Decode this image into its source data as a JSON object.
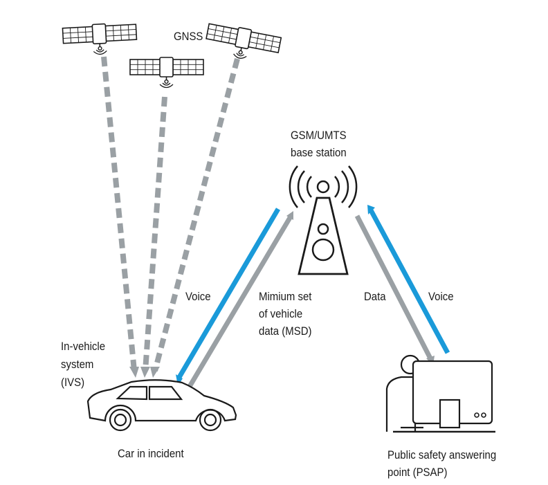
{
  "labels": {
    "gnss": "GNSS",
    "base_station_line1": "GSM/UMTS",
    "base_station_line2": "base station",
    "voice_left": "Voice",
    "msd_line1": "Mimium set",
    "msd_line2": "of vehicle",
    "msd_line3": "data (MSD)",
    "data": "Data",
    "voice_right": "Voice",
    "ivs_line1": "In-vehicle",
    "ivs_line2": "system",
    "ivs_line3": "(IVS)",
    "car": "Car in incident",
    "psap_line1": "Public safety answering",
    "psap_line2": "point (PSAP)"
  },
  "colors": {
    "voice_link": "#1a9ad9",
    "data_link": "#9aa0a4",
    "gnss_signal": "#9aa0a4",
    "outline": "#1a1a1a"
  },
  "icons": [
    "satellite-icon",
    "radio-tower-icon",
    "car-icon",
    "operator-workstation-icon"
  ]
}
